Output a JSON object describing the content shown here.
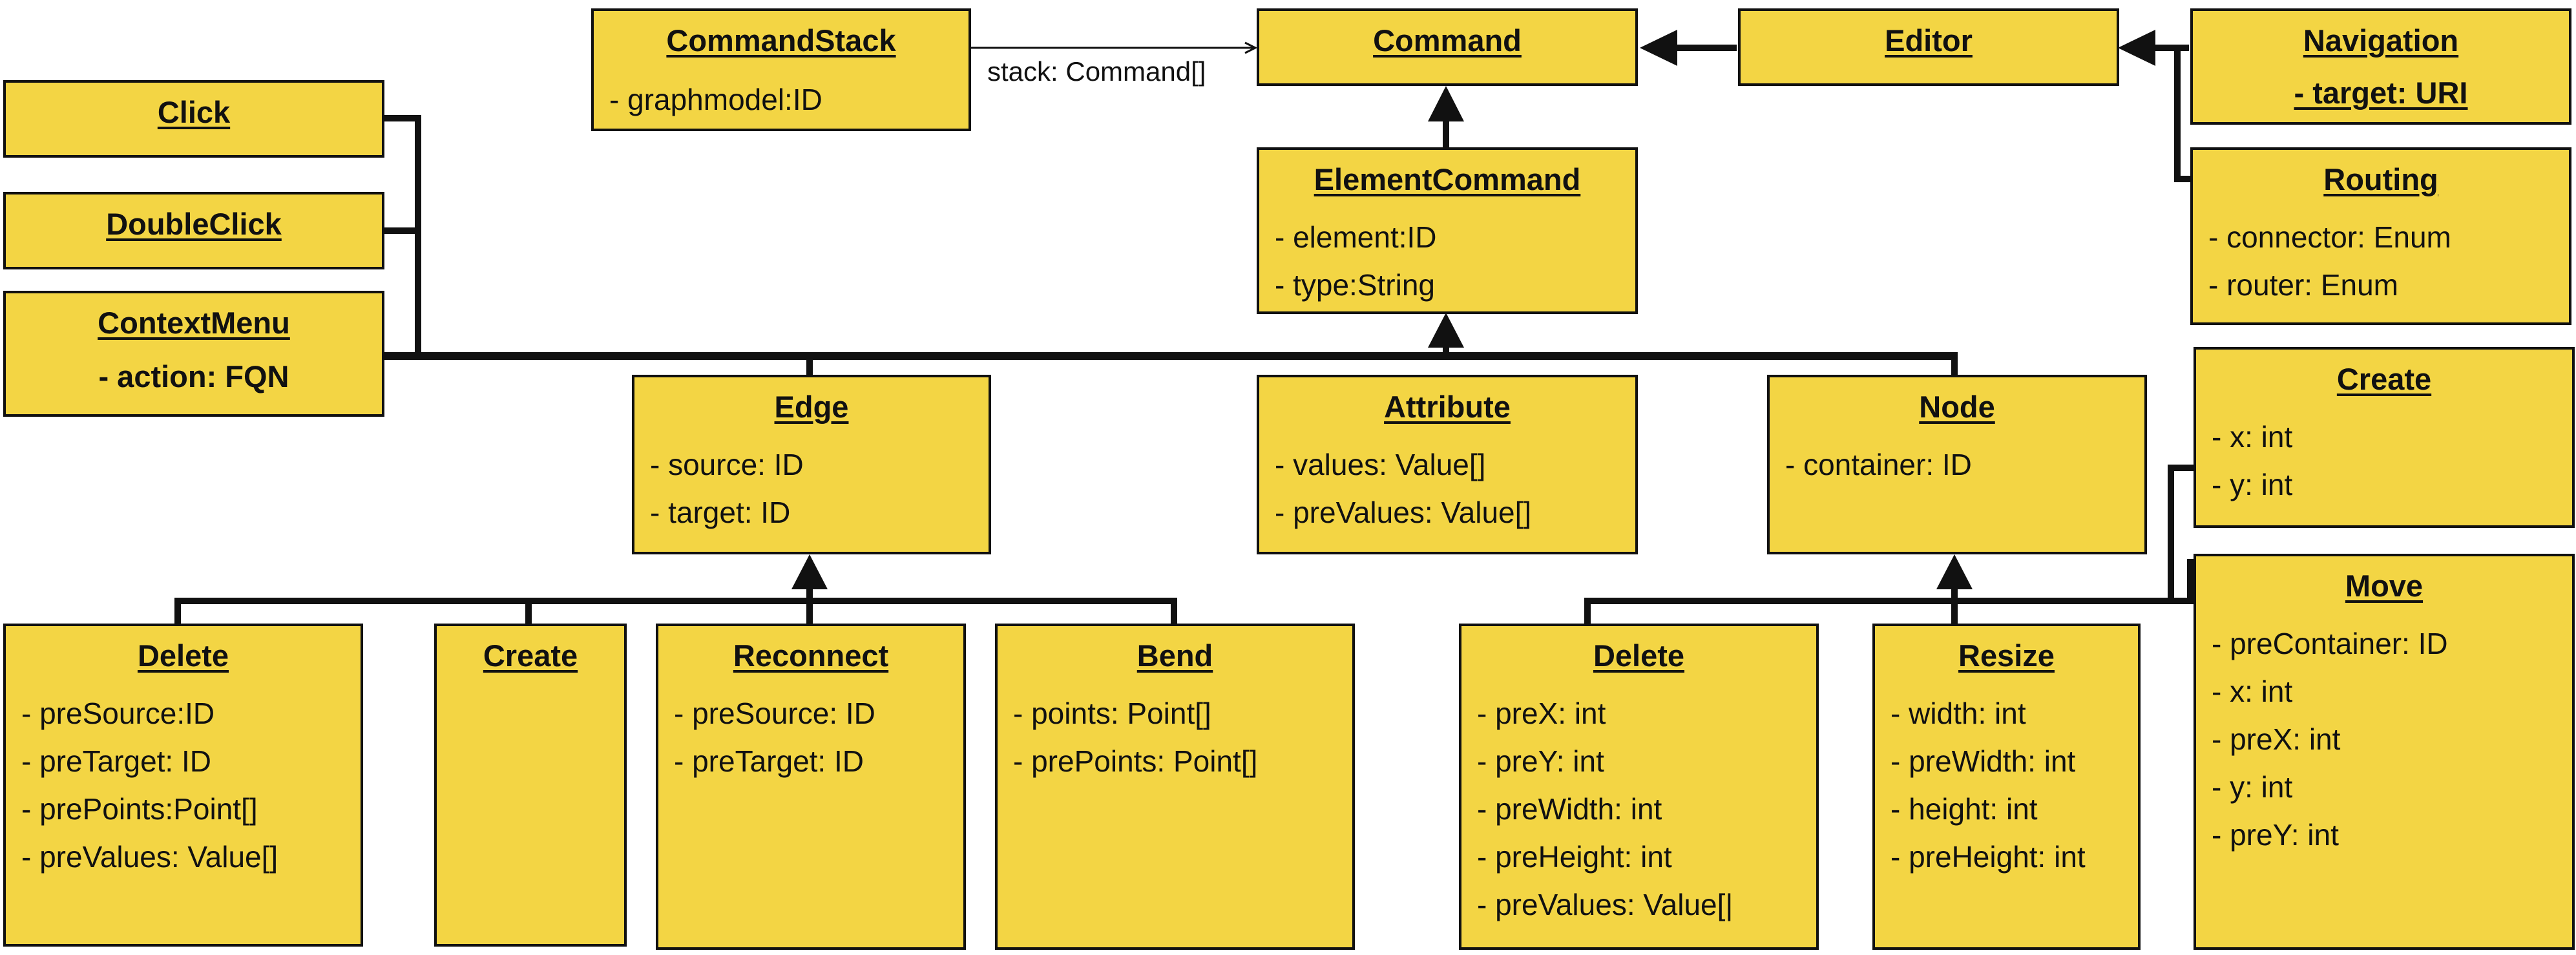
{
  "colors": {
    "box_fill": "#f3d544",
    "stroke": "#111111"
  },
  "classes": {
    "commandstack": {
      "title": "CommandStack",
      "attrs": [
        "- graphmodel:ID"
      ]
    },
    "command": {
      "title": "Command",
      "attrs": []
    },
    "editor": {
      "title": "Editor",
      "attrs": []
    },
    "navigation": {
      "title": "Navigation",
      "static_attr": "- target: URI"
    },
    "routing": {
      "title": "Routing",
      "attrs": [
        "-  connector: Enum",
        "-  router: Enum"
      ]
    },
    "elementcommand": {
      "title": "ElementCommand",
      "attrs": [
        "-  element:ID",
        "-  type:String"
      ]
    },
    "click": {
      "title": "Click",
      "attrs": []
    },
    "doubleclick": {
      "title": "DoubleClick",
      "attrs": []
    },
    "contextmenu": {
      "title": "ContextMenu",
      "attrs": [
        "- action: FQN"
      ]
    },
    "edge": {
      "title": "Edge",
      "attrs": [
        "-  source: ID",
        "-  target: ID"
      ]
    },
    "attribute": {
      "title": "Attribute",
      "attrs": [
        "-  values: Value[]",
        "-  preValues: Value[]"
      ]
    },
    "node": {
      "title": "Node",
      "attrs": [
        "-  container: ID"
      ]
    },
    "node_create": {
      "title": "Create",
      "attrs": [
        "-  x: int",
        "-  y: int"
      ]
    },
    "node_move": {
      "title": "Move",
      "attrs": [
        "-  preContainer: ID",
        "-  x: int",
        "-  preX: int",
        "-  y: int",
        "-  preY: int"
      ]
    },
    "edge_delete": {
      "title": "Delete",
      "attrs": [
        "-  preSource:ID",
        "-  preTarget: ID",
        "-  prePoints:Point[]",
        "-  preValues: Value[]"
      ]
    },
    "edge_create": {
      "title": "Create",
      "attrs": []
    },
    "edge_reconnect": {
      "title": "Reconnect",
      "attrs": [
        "-  preSource: ID",
        "-  preTarget: ID"
      ]
    },
    "edge_bend": {
      "title": "Bend",
      "attrs": [
        "-  points: Point[]",
        "-  prePoints: Point[]"
      ]
    },
    "node_delete": {
      "title": "Delete",
      "attrs": [
        "-  preX: int",
        "-  preY: int",
        "-  preWidth: int",
        "-  preHeight: int",
        "-  preValues: Value[|"
      ]
    },
    "node_resize": {
      "title": "Resize",
      "attrs": [
        "-  width: int",
        "-  preWidth: int",
        "-  height: int",
        "-  preHeight: int"
      ]
    }
  },
  "associations": {
    "stack_label": "stack: Command[]"
  }
}
